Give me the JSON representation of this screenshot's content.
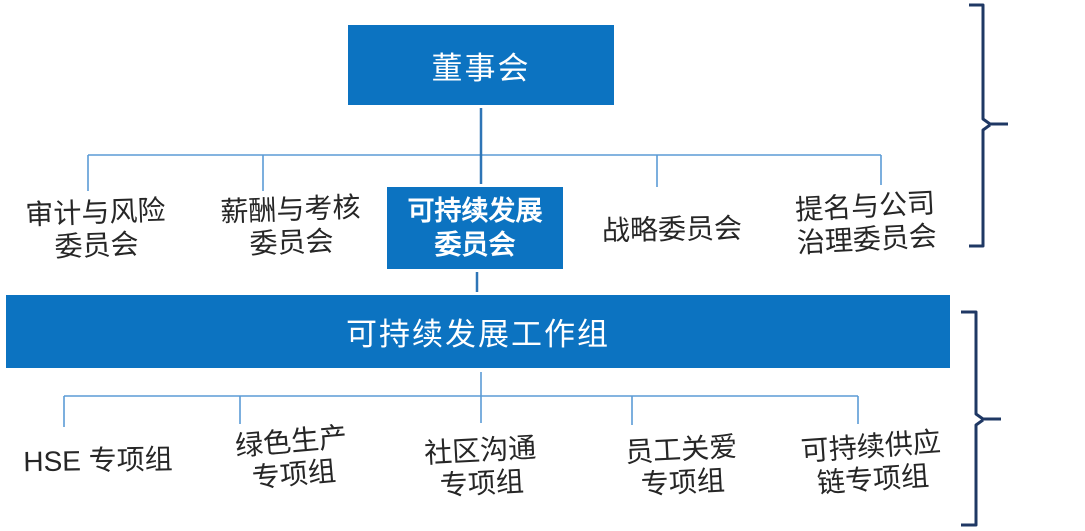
{
  "org_chart": {
    "board": {
      "label": "董事会"
    },
    "committees": [
      {
        "line1": "审计与风险",
        "line2": "委员会"
      },
      {
        "line1": "薪酬与考核",
        "line2": "委员会"
      },
      {
        "line1": "可持续发展",
        "line2": "委员会"
      },
      {
        "line1": "战略委员会",
        "line2": ""
      },
      {
        "line1": "提名与公司",
        "line2": "治理委员会"
      }
    ],
    "workgroup": {
      "label": "可持续发展工作组"
    },
    "task_forces": [
      {
        "line1": "HSE 专项组",
        "line2": ""
      },
      {
        "line1": "绿色生产",
        "line2": "专项组"
      },
      {
        "line1": "社区沟通",
        "line2": "专项组"
      },
      {
        "line1": "员工关爱",
        "line2": "专项组"
      },
      {
        "line1": "可持续供应",
        "line2": "链专项组"
      }
    ],
    "colors": {
      "node_blue": "#0C73C1",
      "connector_light": "#5B9BD5",
      "connector_dark": "#2E75B6",
      "bracket_navy": "#1F3864",
      "label_gray": "#262626"
    }
  }
}
